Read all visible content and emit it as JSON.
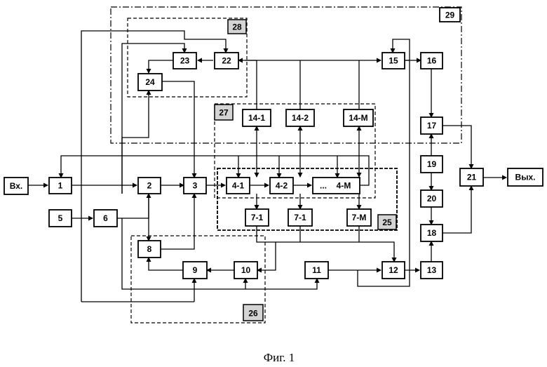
{
  "caption": "Фиг. 1",
  "blocks": {
    "in": "Вх.",
    "b1": "1",
    "b2": "2",
    "b3": "3",
    "b41": "4-1",
    "b42": "4-2",
    "b4m": "4-M",
    "dots": "...",
    "b5": "5",
    "b6": "6",
    "b71": "7-1",
    "b72": "7-1",
    "b7m": "7-M",
    "b8": "8",
    "b9": "9",
    "b10": "10",
    "b11": "11",
    "b12": "12",
    "b13": "13",
    "b141": "14-1",
    "b142": "14-2",
    "b14m": "14-M",
    "b15": "15",
    "b16": "16",
    "b17": "17",
    "b18": "18",
    "b19": "19",
    "b20": "20",
    "b21": "21",
    "b22": "22",
    "b23": "23",
    "b24": "24",
    "out": "Вых."
  },
  "groups": {
    "g25": "25",
    "g26": "26",
    "g27": "27",
    "g28": "28",
    "g29": "29"
  },
  "colors": {
    "line": "#000000",
    "group_label_fill": "#d4d4d4",
    "background": "#ffffff"
  }
}
